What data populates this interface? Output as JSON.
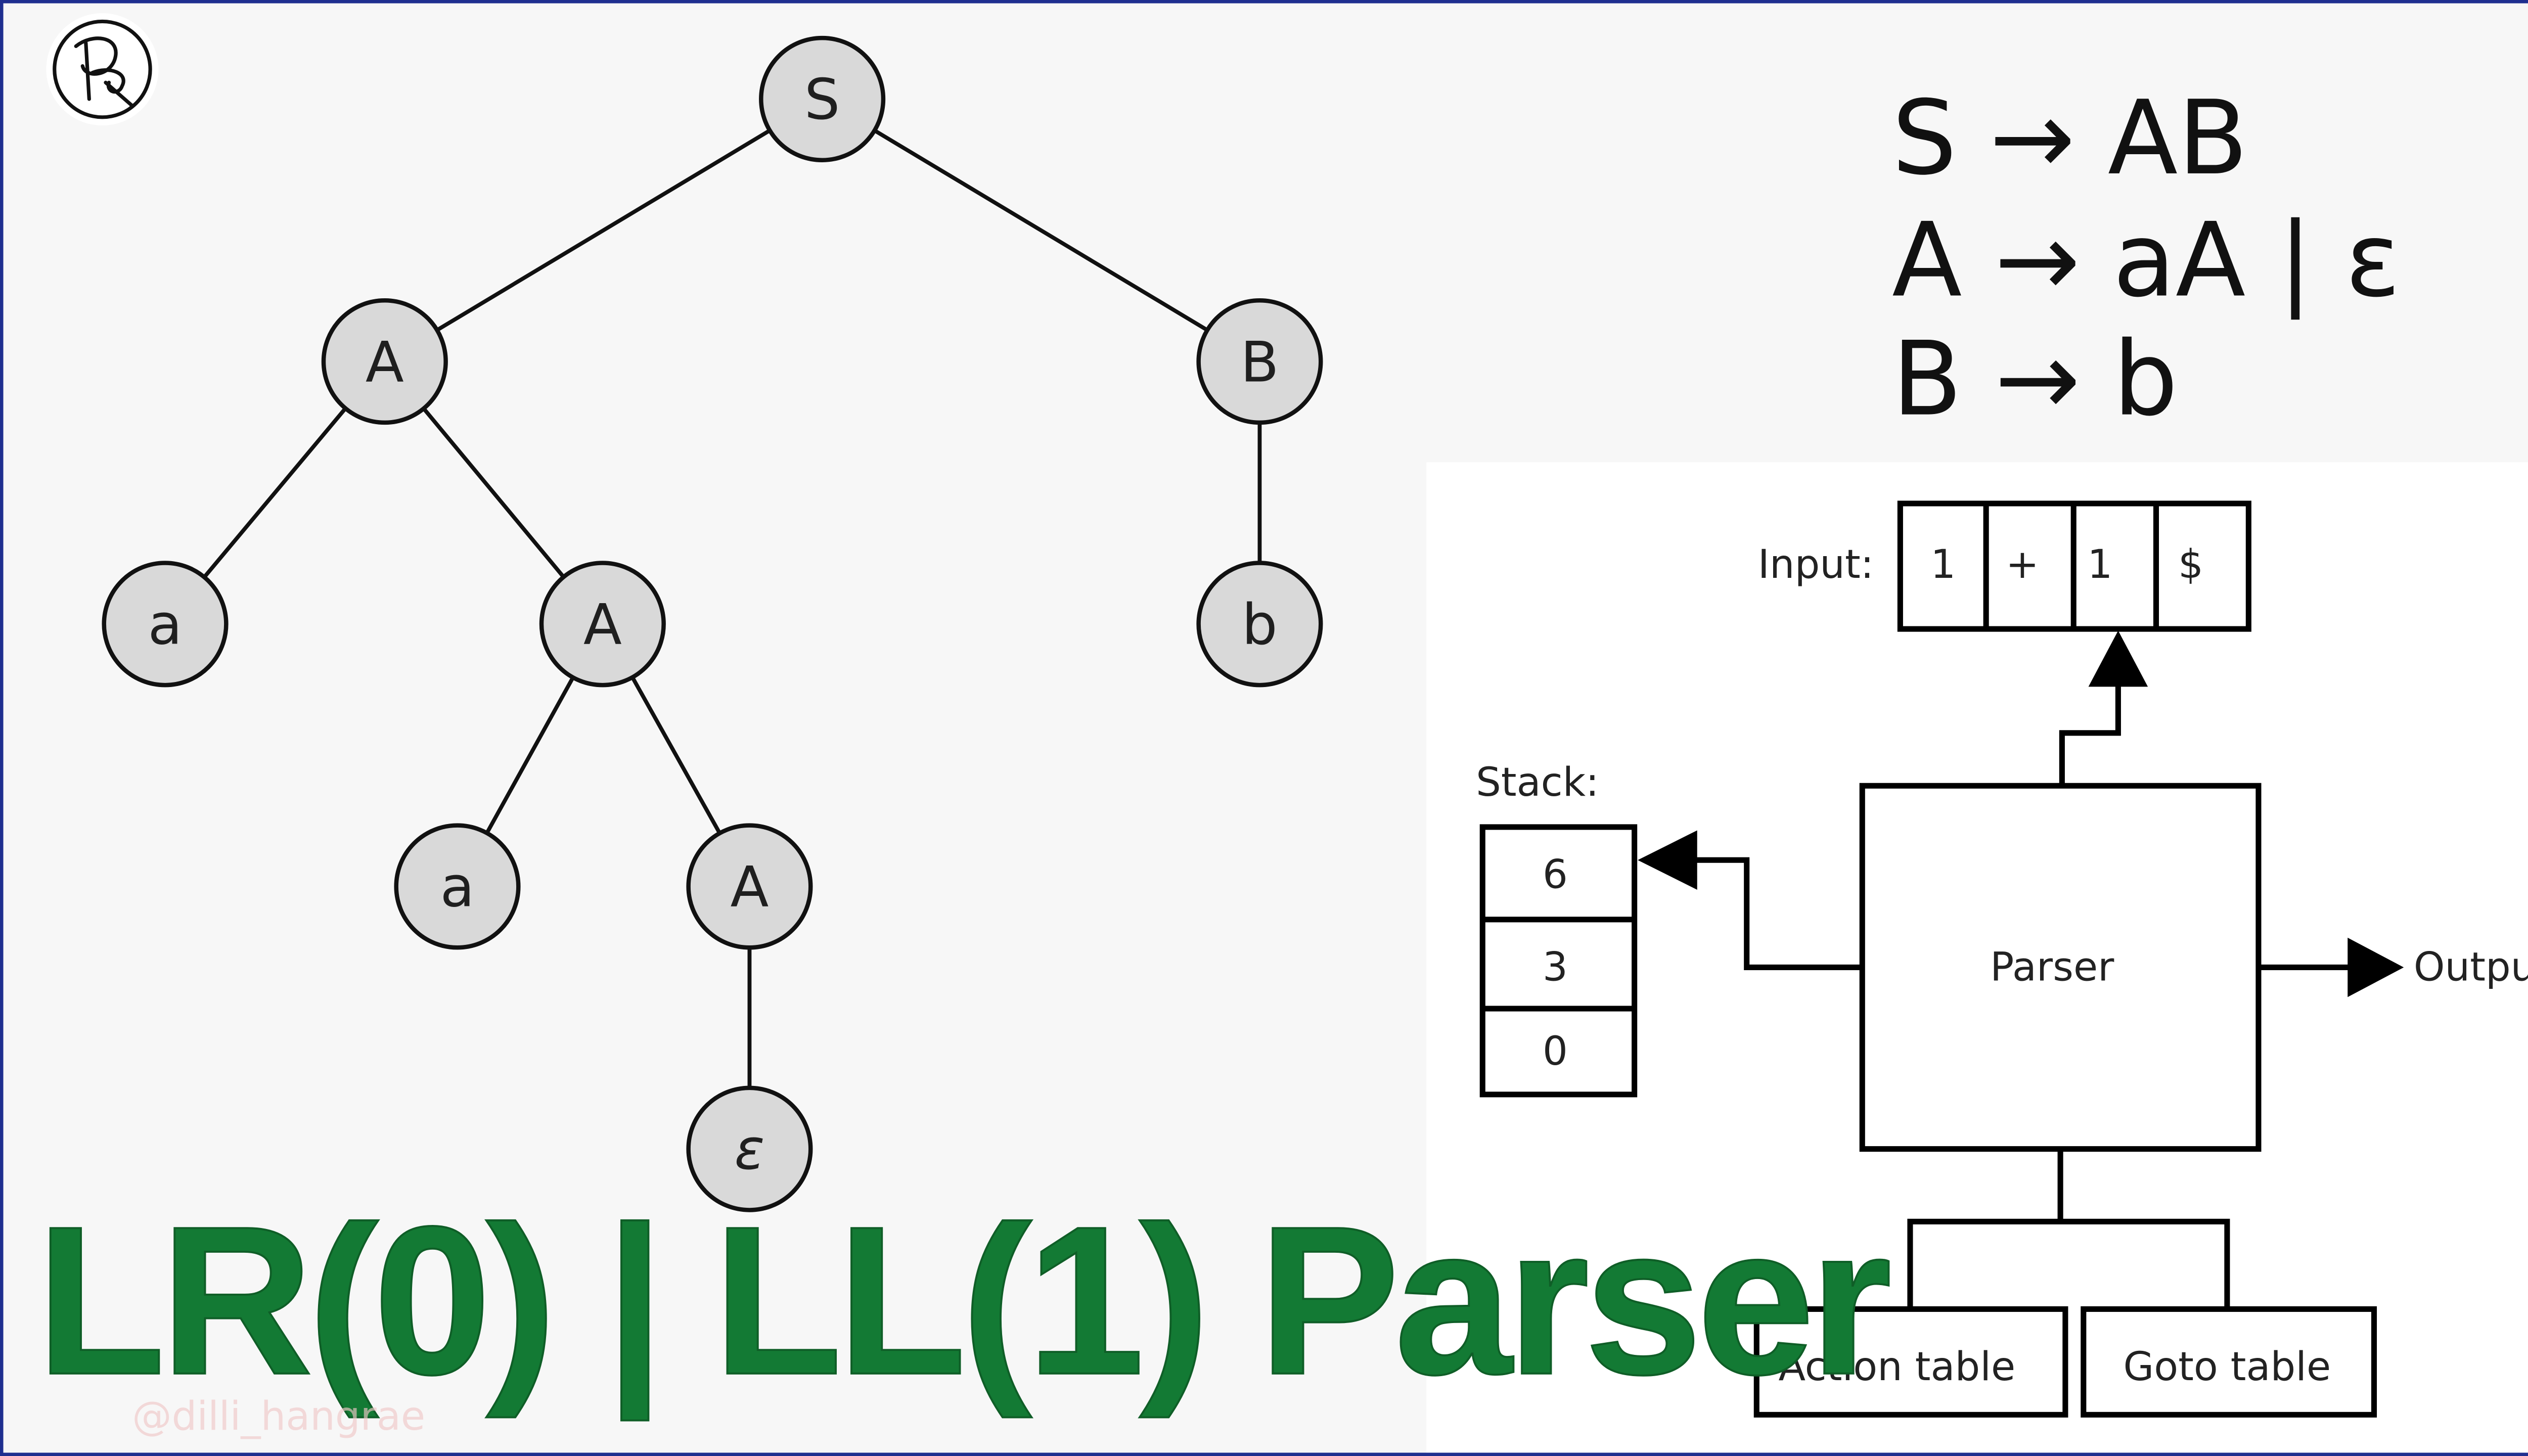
{
  "tree": {
    "nodes": [
      {
        "id": "S",
        "label": "S"
      },
      {
        "id": "A1",
        "label": "A"
      },
      {
        "id": "B",
        "label": "B"
      },
      {
        "id": "a1",
        "label": "a"
      },
      {
        "id": "A2",
        "label": "A"
      },
      {
        "id": "b",
        "label": "b"
      },
      {
        "id": "a2",
        "label": "a"
      },
      {
        "id": "A3",
        "label": "A"
      },
      {
        "id": "eps",
        "label": "ε"
      }
    ],
    "edges": [
      [
        "S",
        "A1"
      ],
      [
        "S",
        "B"
      ],
      [
        "A1",
        "a1"
      ],
      [
        "A1",
        "A2"
      ],
      [
        "B",
        "b"
      ],
      [
        "A2",
        "a2"
      ],
      [
        "A2",
        "A3"
      ],
      [
        "A3",
        "eps"
      ]
    ]
  },
  "grammar": {
    "lines": [
      "S → AB",
      "A → aA | ε",
      "B → b"
    ]
  },
  "parser_diagram": {
    "input_label": "Input:",
    "input_cells": [
      "1",
      "+",
      "1",
      "$"
    ],
    "stack_label": "Stack:",
    "stack_cells": [
      "6",
      "3",
      "0"
    ],
    "parser_label": "Parser",
    "output_label": "Output",
    "action_table_label": "Action table",
    "goto_table_label": "Goto table"
  },
  "title": "LR(0) | LL(1) Parser",
  "watermark": "@dilli_hangrae",
  "colors": {
    "title_green": "#137a34",
    "frame_blue": "#1f2f8f",
    "node_fill": "#d9d9d9",
    "background": "#f7f7f7"
  }
}
